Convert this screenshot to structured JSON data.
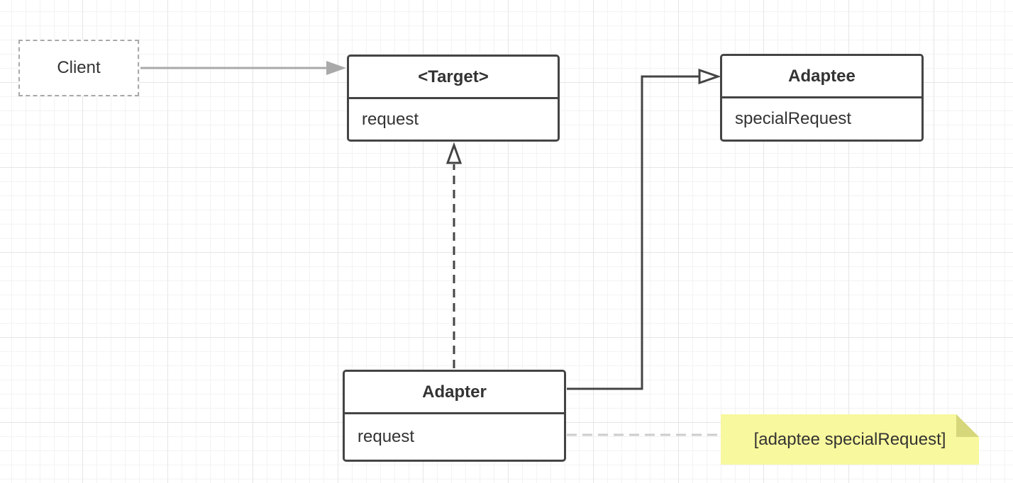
{
  "colors": {
    "grid_major": "#e6e6e6",
    "grid_minor": "#f3f3f3",
    "box_border": "#444444",
    "client_border": "#a9a9a9",
    "association_line": "#a9a9a9",
    "note_fill": "#f8f89e",
    "note_fold": "#d6d67a",
    "text": "#333333"
  },
  "client": {
    "label": "Client"
  },
  "target": {
    "name": "<Target>",
    "method": "request"
  },
  "adaptee": {
    "name": "Adaptee",
    "method": "specialRequest"
  },
  "adapter": {
    "name": "Adapter",
    "method": "request"
  },
  "note": {
    "text": "[adaptee specialRequest]"
  }
}
